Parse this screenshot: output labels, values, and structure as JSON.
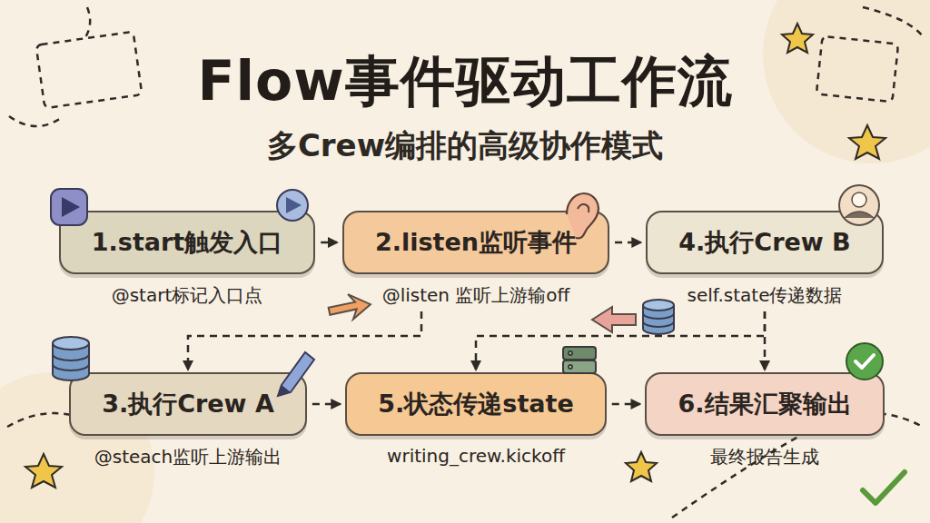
{
  "diagram": {
    "title": "Flow事件驱动工作流",
    "caption": "多Crew编排的高级协作模式",
    "nodes": [
      {
        "text": [
          "1.start触发入口",
          "@start标记入口点"
        ]
      },
      {
        "text": [
          "2.listen监听事件",
          "@listen 监听上游输off"
        ]
      },
      {
        "text": [
          "4.执行Crew B",
          "self.state传递数据"
        ]
      },
      {
        "text": [
          "3.执行Crew A",
          "@steach监听上游输出"
        ]
      },
      {
        "text": [
          "5.状态传递state",
          "writing_crew.kickoff"
        ]
      },
      {
        "text": [
          "6.结果汇聚输出",
          "最终报告生成"
        ]
      }
    ],
    "edges": [
      {
        "from": 0,
        "to": 1,
        "arrow": "to"
      },
      {
        "from": 1,
        "to": 2,
        "arrow": "to"
      },
      {
        "from": 3,
        "to": 4,
        "arrow": "to"
      },
      {
        "from": 4,
        "to": 5,
        "arrow": "to"
      },
      {
        "from": 1,
        "to": 3,
        "arrow": "to"
      },
      {
        "from": 2,
        "to": 4,
        "arrow": "to"
      },
      {
        "from": 2,
        "to": 5,
        "arrow": "to"
      }
    ]
  }
}
